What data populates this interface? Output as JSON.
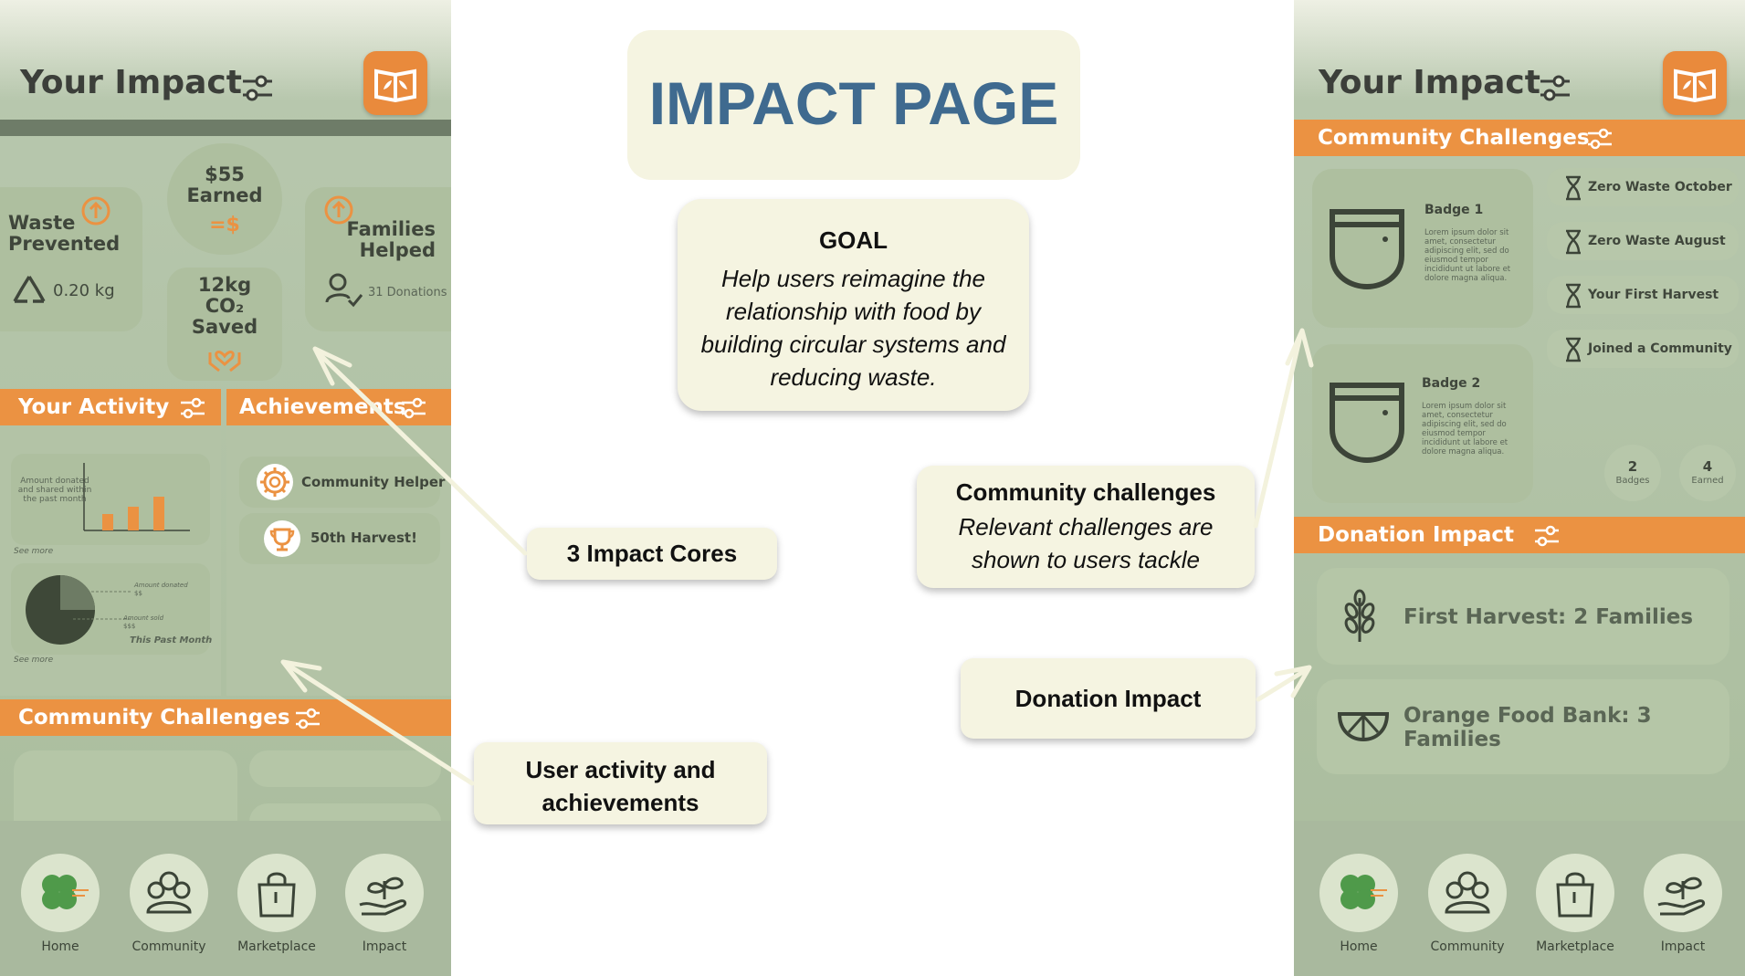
{
  "center": {
    "page_title": "IMPACT PAGE",
    "goal_title": "GOAL",
    "goal_text": "Help users reimagine the relationship with food by building circular systems and reducing waste.",
    "note_impact_cores": "3 Impact Cores",
    "note_activity": "User activity and achievements",
    "note_challenges_title": "Community challenges",
    "note_challenges_text": "Relevant challenges are shown to users tackle",
    "note_donation": "Donation Impact"
  },
  "left_phone": {
    "title": "Your Impact",
    "waste": {
      "label": "Waste Prevented",
      "value": "0.20 kg"
    },
    "earned": {
      "label": "$55 Earned",
      "symbol": "=$"
    },
    "co2": {
      "label": "12kg CO₂ Saved"
    },
    "families": {
      "label": "Families Helped",
      "value": "31 Donations"
    },
    "activity_header": "Your Activity",
    "achievements_header": "Achievements",
    "bar_chart_caption": "Amount donated and shared within the past month",
    "see_more": "See more",
    "pie_labels": {
      "donated": "Amount donated",
      "donated_val": "$$",
      "sold": "Amount sold",
      "sold_val": "$$$",
      "period": "This Past Month"
    },
    "achievements": [
      "Community Helper",
      "50th Harvest!"
    ],
    "challenges_header": "Community Challenges"
  },
  "right_phone": {
    "title": "Your Impact",
    "challenges_header": "Community Challenges",
    "badges": [
      {
        "title": "Badge 1",
        "text": "Lorem ipsum dolor sit amet, consectetur adipiscing elit, sed do eiusmod tempor incididunt ut labore et dolore magna aliqua."
      },
      {
        "title": "Badge 2",
        "text": "Lorem ipsum dolor sit amet, consectetur adipiscing elit, sed do eiusmod tempor incididunt ut labore et dolore magna aliqua."
      }
    ],
    "challenge_items": [
      "Zero Waste October",
      "Zero Waste August",
      "Your First Harvest",
      "Joined a Community"
    ],
    "stats": [
      {
        "num": "2",
        "label": "Badges"
      },
      {
        "num": "4",
        "label": "Earned"
      }
    ],
    "donation_header": "Donation  Impact",
    "donations": [
      "First Harvest: 2 Families",
      "Orange Food Bank: 3 Families"
    ]
  },
  "nav": [
    "Home",
    "Community",
    "Marketplace",
    "Impact"
  ],
  "colors": {
    "orange": "#eb9242",
    "sage": "#aebf9f",
    "dark": "#3c3f3a",
    "note_bg": "#f5f4e1",
    "title_blue": "#3f6a8f"
  }
}
